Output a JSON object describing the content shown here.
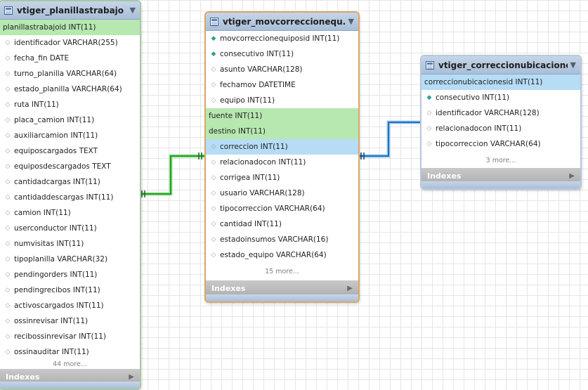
{
  "tables": [
    {
      "id": "left",
      "title": "vtiger_planillastrabajo",
      "columns": [
        {
          "text": "planillastrabajoid INT(11)",
          "mark": "",
          "hl": "green"
        },
        {
          "text": "identificador VARCHAR(255)",
          "mark": "o",
          "hl": ""
        },
        {
          "text": "fecha_fin DATE",
          "mark": "o",
          "hl": ""
        },
        {
          "text": "turno_planilla VARCHAR(64)",
          "mark": "o",
          "hl": ""
        },
        {
          "text": "estado_planilla VARCHAR(64)",
          "mark": "o",
          "hl": ""
        },
        {
          "text": "ruta INT(11)",
          "mark": "o",
          "hl": ""
        },
        {
          "text": "placa_camion INT(11)",
          "mark": "o",
          "hl": ""
        },
        {
          "text": "auxiliarcamion INT(11)",
          "mark": "o",
          "hl": ""
        },
        {
          "text": "equiposcargados TEXT",
          "mark": "o",
          "hl": ""
        },
        {
          "text": "equiposdescargados TEXT",
          "mark": "o",
          "hl": ""
        },
        {
          "text": "cantidadcargas INT(11)",
          "mark": "o",
          "hl": ""
        },
        {
          "text": "cantidaddescargas INT(11)",
          "mark": "o",
          "hl": ""
        },
        {
          "text": "camion INT(11)",
          "mark": "o",
          "hl": ""
        },
        {
          "text": "userconductor INT(11)",
          "mark": "o",
          "hl": ""
        },
        {
          "text": "numvisitas INT(11)",
          "mark": "o",
          "hl": ""
        },
        {
          "text": "tipoplanilla VARCHAR(32)",
          "mark": "o",
          "hl": ""
        },
        {
          "text": "pendingorders INT(11)",
          "mark": "o",
          "hl": ""
        },
        {
          "text": "pendingrecibos INT(11)",
          "mark": "o",
          "hl": ""
        },
        {
          "text": "activoscargados INT(11)",
          "mark": "o",
          "hl": ""
        },
        {
          "text": "ossinrevisar INT(11)",
          "mark": "o",
          "hl": ""
        },
        {
          "text": "recibossinrevisar INT(11)",
          "mark": "o",
          "hl": ""
        },
        {
          "text": "ossinauditar INT(11)",
          "mark": "o",
          "hl": ""
        }
      ],
      "more": "44 more...",
      "indexes": "Indexes"
    },
    {
      "id": "mid",
      "title": "vtiger_movcorreccionequ...",
      "columns": [
        {
          "text": "movcorreccionequiposid INT(11)",
          "mark": "k",
          "hl": ""
        },
        {
          "text": "consecutivo INT(11)",
          "mark": "k",
          "hl": ""
        },
        {
          "text": "asunto VARCHAR(128)",
          "mark": "o",
          "hl": ""
        },
        {
          "text": "fechamov DATETIME",
          "mark": "o",
          "hl": ""
        },
        {
          "text": "equipo INT(11)",
          "mark": "o",
          "hl": ""
        },
        {
          "text": "fuente INT(11)",
          "mark": "",
          "hl": "green"
        },
        {
          "text": "destino INT(11)",
          "mark": "",
          "hl": "green"
        },
        {
          "text": "correccion INT(11)",
          "mark": "o",
          "hl": "blue"
        },
        {
          "text": "relacionadocon INT(11)",
          "mark": "o",
          "hl": ""
        },
        {
          "text": "corrigea INT(11)",
          "mark": "o",
          "hl": ""
        },
        {
          "text": "usuario VARCHAR(128)",
          "mark": "o",
          "hl": ""
        },
        {
          "text": "tipocorreccion VARCHAR(64)",
          "mark": "o",
          "hl": ""
        },
        {
          "text": "cantidad INT(11)",
          "mark": "o",
          "hl": ""
        },
        {
          "text": "estadoinsumos VARCHAR(16)",
          "mark": "o",
          "hl": ""
        },
        {
          "text": "estado_equipo VARCHAR(64)",
          "mark": "o",
          "hl": ""
        }
      ],
      "more": "15 more...",
      "indexes": "Indexes"
    },
    {
      "id": "right",
      "title": "vtiger_correccionubicaciones",
      "columns": [
        {
          "text": "correccionubicacionesid INT(11)",
          "mark": "",
          "hl": "blue"
        },
        {
          "text": "consecutivo INT(11)",
          "mark": "k",
          "hl": ""
        },
        {
          "text": "identificador VARCHAR(128)",
          "mark": "o",
          "hl": ""
        },
        {
          "text": "relacionadocon INT(11)",
          "mark": "o",
          "hl": ""
        },
        {
          "text": "tipocorreccion VARCHAR(64)",
          "mark": "o",
          "hl": ""
        }
      ],
      "more": "3 more...",
      "indexes": "Indexes"
    }
  ],
  "colors": {
    "fk_green": "#1e9e1e",
    "fk_blue": "#1f6fc0",
    "key_highlight_green": "#b6e8b0",
    "key_highlight_blue": "#b6dcf6"
  },
  "icons": {
    "table": "table-icon",
    "collapse": "caret-down-icon",
    "expand_indexes": "triangle-right-icon",
    "column": "diamond-icon"
  }
}
